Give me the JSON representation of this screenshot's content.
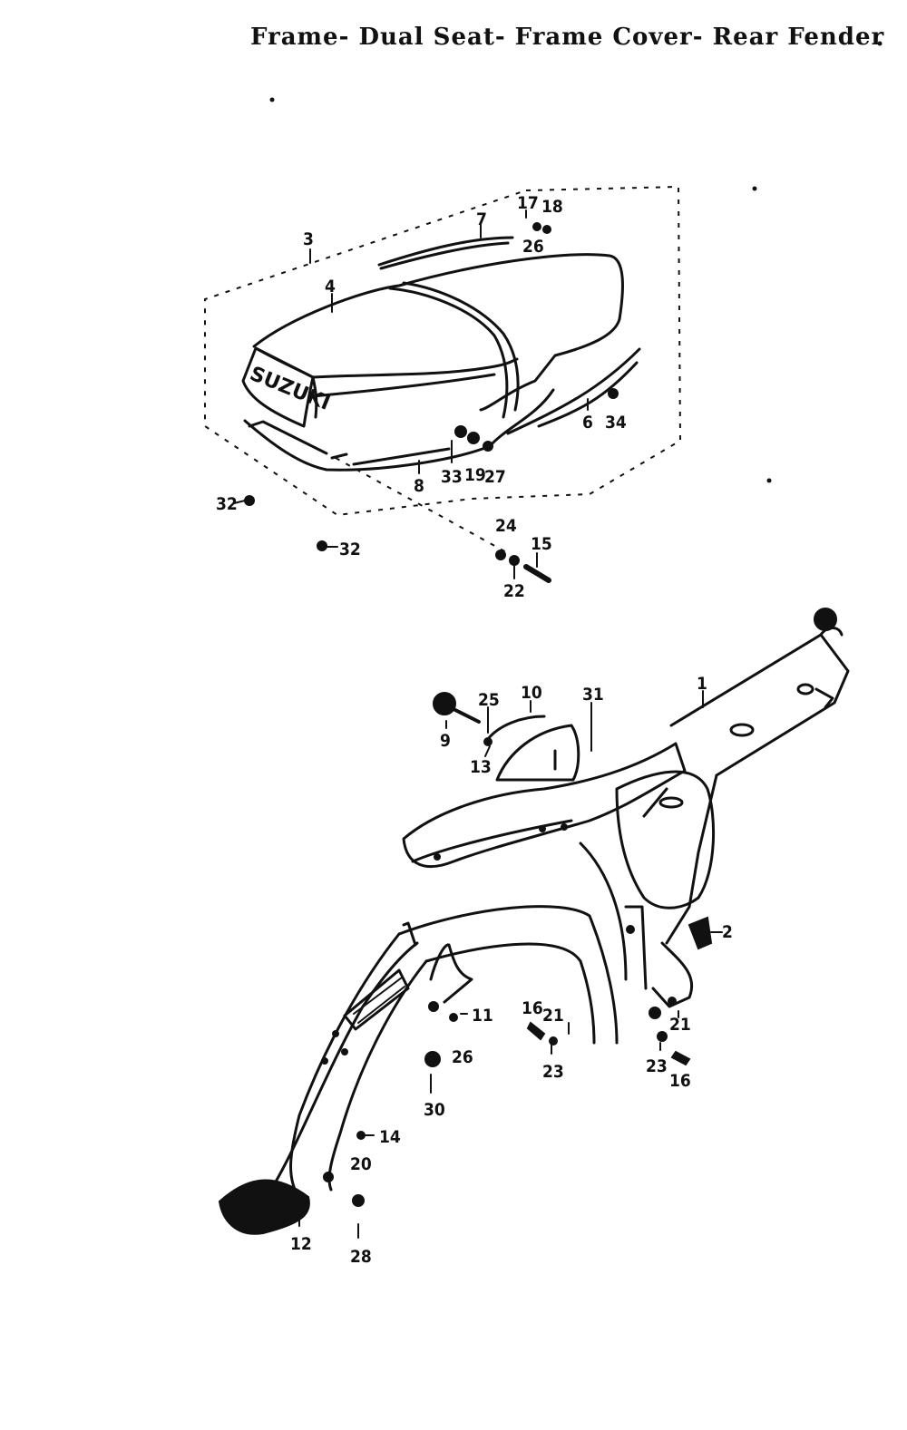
{
  "title": "Frame- Dual  Seat- Frame  Cover- Rear  Fender",
  "seat_brand": "SUZUKI",
  "seat_callouts": [
    "3",
    "4",
    "7",
    "17",
    "18",
    "26",
    "6",
    "34",
    "33",
    "19",
    "27",
    "8",
    "32",
    "32",
    "24",
    "15",
    "22"
  ],
  "frame_callouts": [
    "1",
    "10",
    "31",
    "25",
    "9",
    "13",
    "2",
    "11",
    "16",
    "21",
    "21",
    "26",
    "23",
    "23",
    "16",
    "30",
    "14",
    "20",
    "12",
    "28"
  ]
}
